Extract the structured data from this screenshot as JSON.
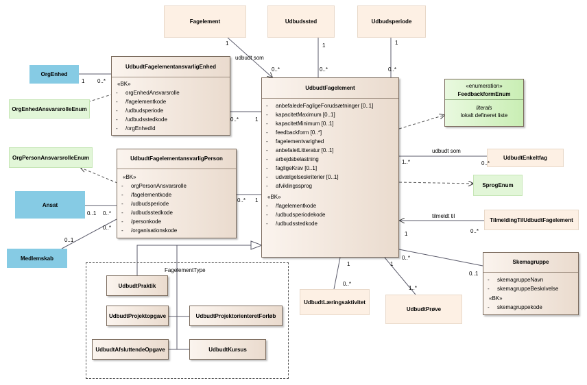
{
  "classes": {
    "fagelement": "Fagelement",
    "udbudssted": "Udbudssted",
    "udbudsperiode": "Udbudsperiode",
    "org_enhed": "OrgEnhed",
    "org_enhed_ansvarsrolle_enum": "OrgEnhedAnsvarsrolleEnum",
    "org_person_ansvarsrolle_enum": "OrgPersonAnsvarsrolleEnum",
    "ansat": "Ansat",
    "medlemskab": "Medlemskab",
    "udbudt_enkeltfag": "UdbudtEnkeltfag",
    "sprog_enum": "SprogEnum",
    "tilmelding": "TilmeldingTilUdbudtFagelement",
    "laeringsaktivitet": "UdbudtLæringsaktivitet",
    "proeve": "UdbudtPrøve",
    "praktik": "UdbudtPraktik",
    "projektopgave": "UdbudtProjektopgave",
    "projektorienteret": "UdbudtProjektorienteretForløb",
    "afsluttende": "UdbudtAfsluttendeOpgave",
    "kursus": "UdbudtKursus"
  },
  "enh": {
    "title": "UdbudtFagelementansvarligEnhed",
    "stereo": "«BK»",
    "attrs": [
      {
        "vis": "-",
        "name": "orgEnhedAnsvarsrolle"
      },
      {
        "vis": "-",
        "name": "/fagelementkode"
      },
      {
        "vis": "-",
        "name": "/udbudsperiode"
      },
      {
        "vis": "-",
        "name": "/udbudsstedkode"
      },
      {
        "vis": "-",
        "name": "/orgEnhedId"
      }
    ]
  },
  "person": {
    "title": "UdbudtFagelementansvarligPerson",
    "stereo": "«BK»",
    "attrs": [
      {
        "vis": "-",
        "name": "orgPersonAnsvarsrolle"
      },
      {
        "vis": "-",
        "name": "/fagelementkode"
      },
      {
        "vis": "-",
        "name": "/udbudsperiode"
      },
      {
        "vis": "-",
        "name": "/udbudsstedkode"
      },
      {
        "vis": "-",
        "name": "/personkode"
      },
      {
        "vis": "-",
        "name": "/organisationskode"
      }
    ]
  },
  "main": {
    "title": "UdbudtFagelement",
    "attrs": [
      {
        "vis": "-",
        "name": "anbefaledeFagligeForudsætninger [0..1]"
      },
      {
        "vis": "-",
        "name": "kapacitetMaximum [0..1]"
      },
      {
        "vis": "-",
        "name": "kapacitetMinimum [0..1]"
      },
      {
        "vis": "-",
        "name": "feedbackform [0..*]"
      },
      {
        "vis": "-",
        "name": "fagelementvarighed"
      },
      {
        "vis": "-",
        "name": "anbefaletLitteratur [0..1]"
      },
      {
        "vis": "-",
        "name": "arbejdsbelastning"
      },
      {
        "vis": "-",
        "name": "fagligeKrav [0..1]"
      },
      {
        "vis": "-",
        "name": "udvælgelseskriterier [0..1]"
      },
      {
        "vis": "-",
        "name": "afviklingssprog"
      }
    ],
    "stereo": "«BK»",
    "keys": [
      {
        "vis": "-",
        "name": "/fagelementkode"
      },
      {
        "vis": "-",
        "name": "/udbudsperiodekode"
      },
      {
        "vis": "-",
        "name": "/udbudsstedkode"
      }
    ]
  },
  "feedback_enum": {
    "stereo": "«enumeration»",
    "title": "FeedbackformEnum",
    "section": "literals",
    "literal": "lokalt defineret liste"
  },
  "skemagruppe": {
    "title": "Skemagruppe",
    "attrs": [
      {
        "vis": "-",
        "name": "skemagruppeNavn"
      },
      {
        "vis": "-",
        "name": "skemagruppeBeskrivelse"
      }
    ],
    "stereo": "«BK»",
    "keys": [
      {
        "vis": "-",
        "name": "skemagruppekode"
      }
    ]
  },
  "package": {
    "title": "FagelementType"
  },
  "labels": {
    "udbudt_som_1": "udbudt som",
    "udbudt_som_2": "udbudt som",
    "tilmeldt_til": "tilmeldt til",
    "m_fag_1": "1",
    "m_fag_0n": "0..*",
    "m_sted_1": "1",
    "m_sted_0n": "0..*",
    "m_per_1": "1",
    "m_per_0n": "0..*",
    "m_org_1": "1",
    "m_org_0n": "0..*",
    "m_enh_0n": "0..*",
    "m_enh_1": "1",
    "m_enk_1n": "1..*",
    "m_enk_0n": "0..*",
    "m_ans_01": "0..1",
    "m_ans_0n": "0..*",
    "m_med_01": "0..1",
    "m_med_0n": "0..*",
    "m_pers_0n": "0..*",
    "m_pers_1": "1",
    "m_til_1": "1",
    "m_til_0n": "0..*",
    "m_skema_0n": "0..*",
    "m_skema_01": "0..1",
    "m_laer_1": "1",
    "m_laer_0n": "0..*",
    "m_proeve_1": "1",
    "m_proeve_1n": "1..*"
  }
}
